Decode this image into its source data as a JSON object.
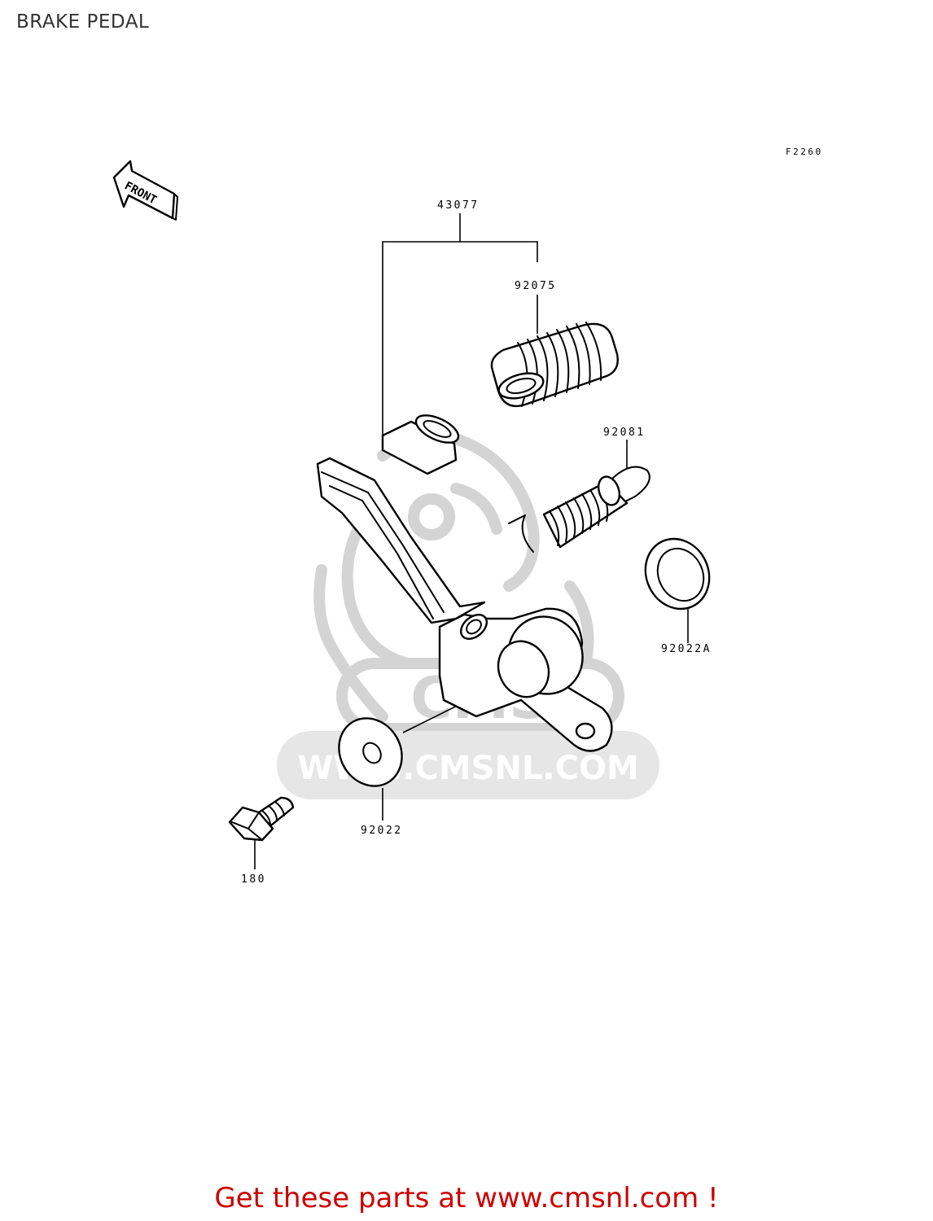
{
  "header": {
    "title": "BRAKE PEDAL"
  },
  "diagram": {
    "figure_code": "F2260",
    "front_arrow_label": "FRONT",
    "watermark_text": "WWW.CMSNL.COM",
    "watermark_logo_text": "CMS",
    "parts": [
      {
        "number": "43077",
        "name": "pedal-assembly"
      },
      {
        "number": "92075",
        "name": "pedal-rubber"
      },
      {
        "number": "92081",
        "name": "return-spring"
      },
      {
        "number": "92022A",
        "name": "washer-a"
      },
      {
        "number": "92022",
        "name": "washer"
      },
      {
        "number": "180",
        "name": "bolt"
      }
    ]
  },
  "footer": {
    "promo_text": "Get these parts at www.cmsnl.com !"
  },
  "colors": {
    "promo": "#cc0000",
    "title": "#333333",
    "watermark": "#d4d4d4"
  }
}
